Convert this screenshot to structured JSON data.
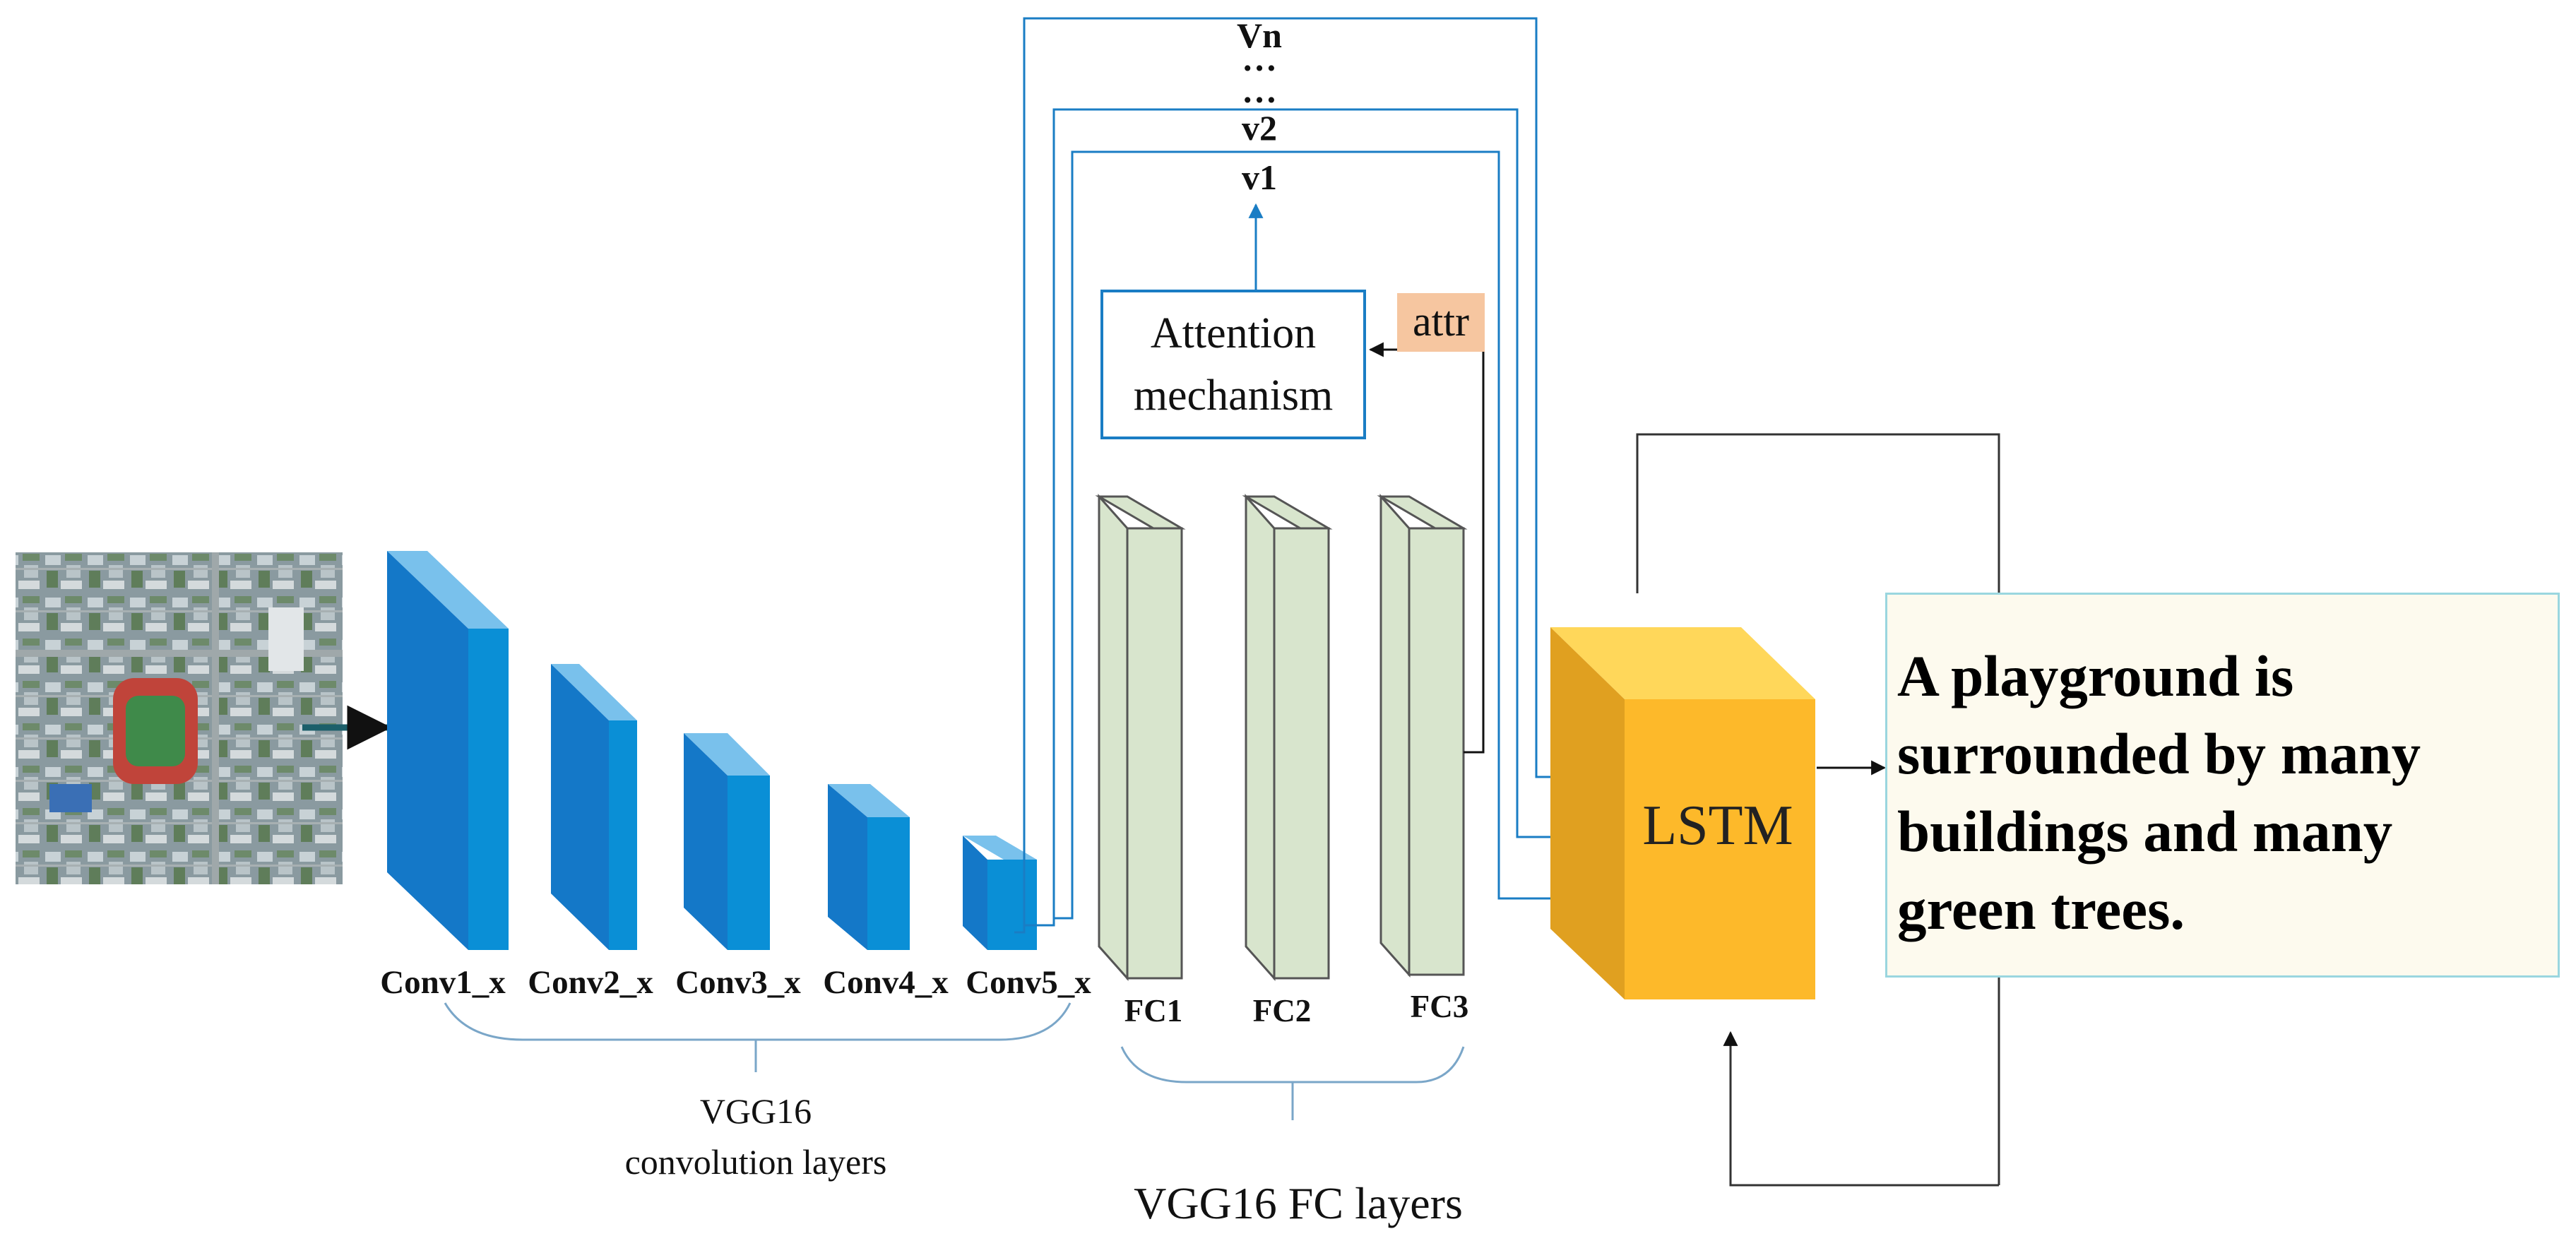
{
  "input_image": {
    "description_name": "aerial-image"
  },
  "conv_labels": [
    "Conv1_x",
    "Conv2_x",
    "Conv3_x",
    "Conv4_x",
    "Conv5_x"
  ],
  "conv_group_label_line1": "VGG16",
  "conv_group_label_line2": "convolution layers",
  "fc_labels": [
    "FC1",
    "FC2",
    "FC3"
  ],
  "fc_group_label": "VGG16 FC layers",
  "attention_line1": "Attention",
  "attention_line2": "mechanism",
  "attr_label": "attr",
  "vectors": {
    "vn": "Vn",
    "dots1": "…",
    "dots2": "…",
    "v2": "v2",
    "v1": "v1"
  },
  "lstm_label": "LSTM",
  "caption": "A playground is surrounded by many buildings and many green trees.",
  "colors": {
    "conv_front": "#1478c8",
    "conv_side": "#0a8fd6",
    "conv_top": "#79c1ec",
    "fc_face": "#d8e5cd",
    "lstm_front": "#fdb92a",
    "lstm_side": "#e0a020",
    "lstm_top": "#ffd75a",
    "line_blue": "#1a7dc4",
    "attr_bg": "#f6c6a0",
    "caption_bg": "#fdfaee"
  }
}
